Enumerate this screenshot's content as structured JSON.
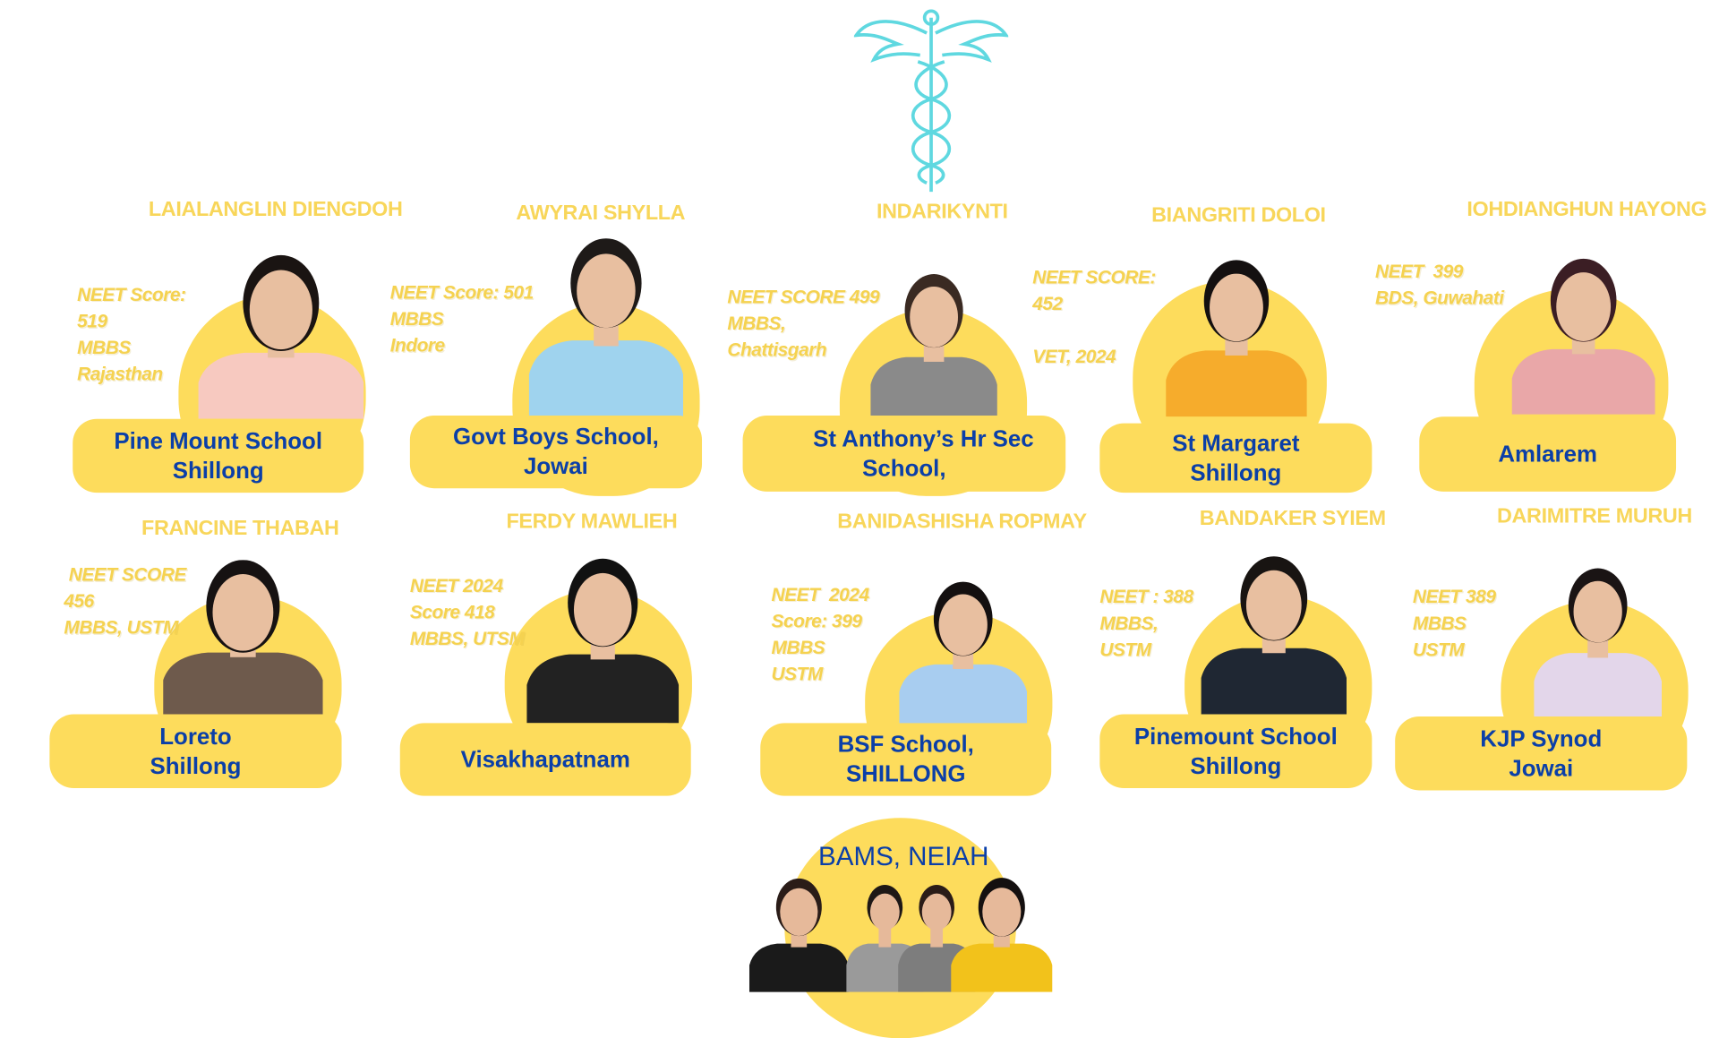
{
  "colors": {
    "yellow": "#fddc5c",
    "name_yellow": "#f8d65a",
    "blue": "#0b3fa8",
    "caduceus": "#5fd8e0"
  },
  "header": {
    "icon": "caduceus-icon"
  },
  "students": [
    {
      "name": "LAIALANGLIN DIENGDOH",
      "notes": "NEET Score:\n519\nMBBS\nRajasthan",
      "school": "Pine Mount School\nShillong",
      "shirt": "#f7c9c0",
      "hair": "#1a1412"
    },
    {
      "name": "AWYRAI SHYLLA",
      "notes": "NEET Score: 501\nMBBS\nIndore",
      "school": "Govt Boys School,\nJowai",
      "shirt": "#9fd3ee",
      "hair": "#1e1a18"
    },
    {
      "name": "INDARIKYNTI",
      "notes": "NEET SCORE 499\nMBBS,\nChattisgarh",
      "school": "      St Anthony’s Hr Sec\nSchool,",
      "shirt": "#8a8a8a",
      "hair": "#3a2a22"
    },
    {
      "name": "BIANGRITI DOLOI",
      "notes": "NEET SCORE:\n452\n\nVET, 2024",
      "school": "St Margaret\nShillong",
      "shirt": "#f6ac2c",
      "hair": "#141010"
    },
    {
      "name": "IOHDIANGHUN HAYONG",
      "notes": "NEET  399\nBDS, Guwahati",
      "school": "Amlarem",
      "shirt": "#e9a7a8",
      "hair": "#3b1e24"
    },
    {
      "name": "FRANCINE THABAH",
      "notes": " NEET SCORE\n456\nMBBS, USTM",
      "school": "Loreto\nShillong",
      "shirt": "#6e5a4c",
      "hair": "#161212"
    },
    {
      "name": "FERDY  MAWLIEH",
      "notes": "NEET 2024\nScore 418\nMBBS, UTSM",
      "school": "Visakhapatnam",
      "shirt": "#222222",
      "hair": "#111111"
    },
    {
      "name": "BANIDASHISHA ROPMAY",
      "notes": "NEET  2024\nScore: 399\nMBBS\nUSTM",
      "school": "BSF School,\nSHILLONG",
      "shirt": "#a8cdf0",
      "hair": "#141010"
    },
    {
      "name": "BANDAKER SYIEM",
      "notes": "NEET : 388\nMBBS,\nUSTM",
      "school": "Pinemount School\nShillong",
      "shirt": "#1f2733",
      "hair": "#181412"
    },
    {
      "name": "DARIMITRE MURUH",
      "notes": "NEET 389\nMBBS\nUSTM",
      "school": "KJP Synod\nJowai",
      "shirt": "#e3d6ea",
      "hair": "#1a1414"
    }
  ],
  "bams": {
    "title": "BAMS, NEIAH",
    "shirts": [
      "#1a1a1a",
      "#9a9a9a",
      "#7d7d7d",
      "#f2c21b"
    ]
  }
}
